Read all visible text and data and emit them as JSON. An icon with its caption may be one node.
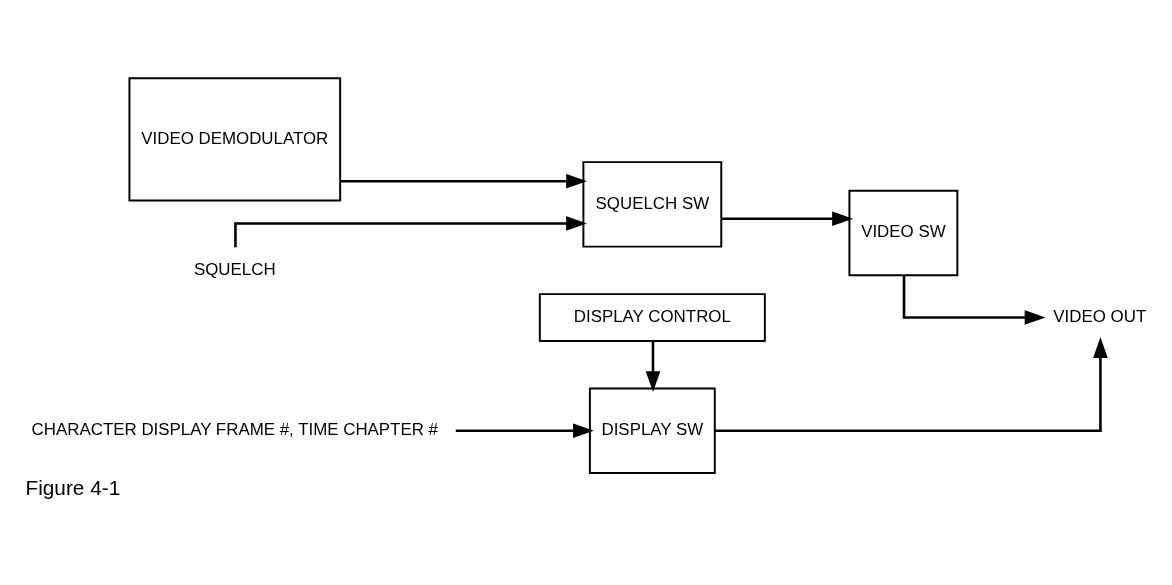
{
  "diagram": {
    "caption": "Figure 4-1",
    "nodes": [
      {
        "text": [
          "VIDEO DEMODULATOR"
        ]
      },
      {
        "text": [
          "SQUELCH SW"
        ]
      },
      {
        "text": [
          "VIDEO SW"
        ]
      },
      {
        "text": [
          "VIDEO OUT"
        ]
      },
      {
        "text": [
          "SQUELCH"
        ]
      },
      {
        "text": [
          "CHARACTER DISPLAY FRAME #, TIME CHAPTER #"
        ]
      },
      {
        "text": [
          "DISPLAY SW"
        ]
      },
      {
        "text": [
          "DISPLAY CONTROL"
        ]
      }
    ],
    "edges": [
      {
        "from": 0,
        "to": 1,
        "arrow": "to"
      },
      {
        "from": 1,
        "to": 2,
        "arrow": "to"
      },
      {
        "from": 2,
        "to": 3,
        "arrow": "to"
      },
      {
        "from": 4,
        "to": 1,
        "arrow": "to"
      },
      {
        "from": 5,
        "to": 6,
        "arrow": "to"
      },
      {
        "from": 6,
        "to": 3,
        "arrow": "to"
      },
      {
        "from": 7,
        "to": 6,
        "arrow": "to"
      }
    ]
  }
}
